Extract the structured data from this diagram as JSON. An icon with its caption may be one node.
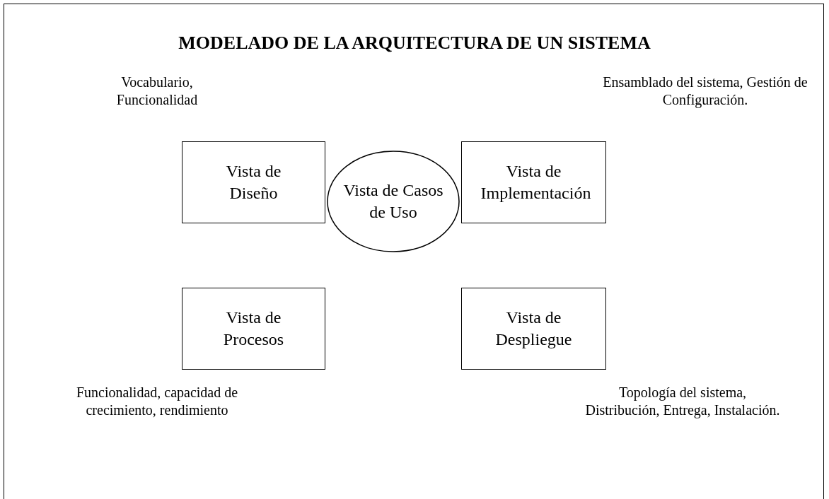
{
  "diagram": {
    "title": "MODELADO DE LA ARQUITECTURA DE UN SISTEMA",
    "nodes": [
      {
        "text": [
          "Vista de Diseño"
        ],
        "beside": [
          "Vocabulario, Funcionalidad"
        ]
      },
      {
        "text": [
          "Vista de Implementación"
        ],
        "beside": [
          "Ensamblado del sistema, Gestión de Configuración."
        ]
      },
      {
        "text": [
          "Vista de Casos de Uso"
        ]
      },
      {
        "text": [
          "Vista de Procesos"
        ],
        "beside": [
          "Funcionalidad, capacidad de crecimiento, rendimiento"
        ]
      },
      {
        "text": [
          "Vista de Despliegue"
        ],
        "beside": [
          "Topología del sistema, Distribución, Entrega, Instalación."
        ]
      }
    ]
  }
}
